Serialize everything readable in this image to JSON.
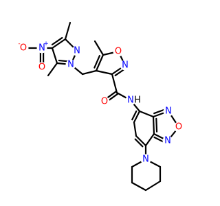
{
  "colors": {
    "bond": "#000000",
    "carbon_bond": "#000000",
    "nitrogen": "#0000ff",
    "oxygen": "#ff0000",
    "background": "#ffffff"
  },
  "atoms": {
    "nitro_n": {
      "label": "N",
      "charge": "+",
      "element": "N"
    },
    "nitro_o_left": {
      "label": "O",
      "charge": "-",
      "element": "O"
    },
    "nitro_o_bottom": {
      "label": "O",
      "element": "O"
    },
    "pyrazole_n2": {
      "label": "N",
      "element": "N"
    },
    "pyrazole_n1": {
      "label": "N",
      "element": "N"
    },
    "isoxazole_o": {
      "label": "O",
      "element": "O"
    },
    "isoxazole_n": {
      "label": "N",
      "element": "N"
    },
    "amide_o": {
      "label": "O",
      "element": "O"
    },
    "amide_n": {
      "label": "N",
      "element": "N"
    },
    "amide_h": {
      "label": "H",
      "element": "C"
    },
    "benzoxadiazole_n_top": {
      "label": "N",
      "element": "N"
    },
    "benzoxadiazole_o": {
      "label": "O",
      "element": "O"
    },
    "benzoxadiazole_n_bottom": {
      "label": "N",
      "element": "N"
    },
    "piperidine_n": {
      "label": "N",
      "element": "N"
    }
  }
}
